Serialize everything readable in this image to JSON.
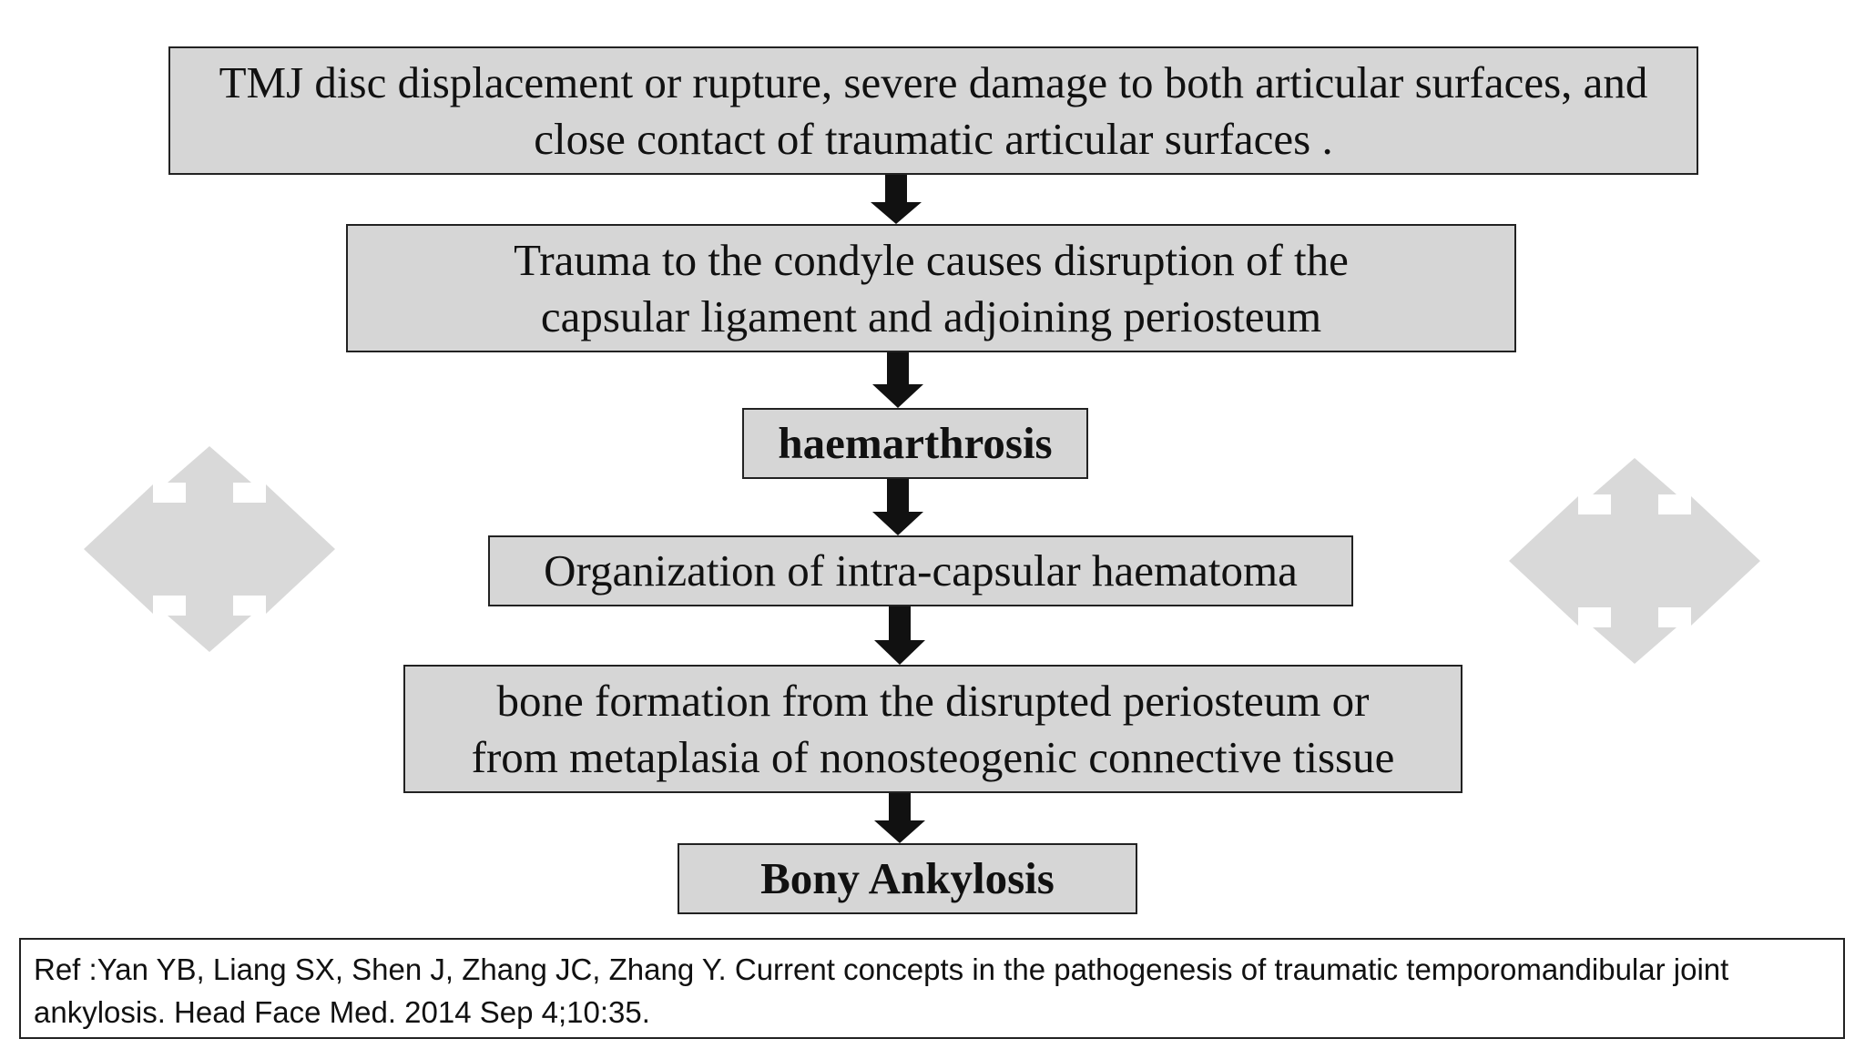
{
  "flowchart": {
    "steps": [
      {
        "text": "TMJ disc displacement or rupture, severe damage to both articular surfaces, and close contact of traumatic articular surfaces ."
      },
      {
        "text": "Trauma to the condyle causes disruption of the capsular ligament and adjoining periosteum"
      },
      {
        "text": "haemarthrosis"
      },
      {
        "text": "Organization of intra-capsular haematoma"
      },
      {
        "text": "bone formation from the disrupted periosteum or from metaplasia of nonosteogenic connective tissue"
      },
      {
        "text": "Bony Ankylosis"
      }
    ]
  },
  "reference": {
    "text": "Ref :Yan YB, Liang SX, Shen J, Zhang JC, Zhang Y. Current concepts in the pathogenesis of traumatic temporomandibular joint ankylosis. Head Face Med. 2014 Sep 4;10:35."
  },
  "colors": {
    "box_fill": "#d6d6d6",
    "arrow": "#111111",
    "decoration": "#d9d9d9"
  },
  "icons": [
    "four-way-arrow-icon",
    "down-arrow-icon"
  ]
}
